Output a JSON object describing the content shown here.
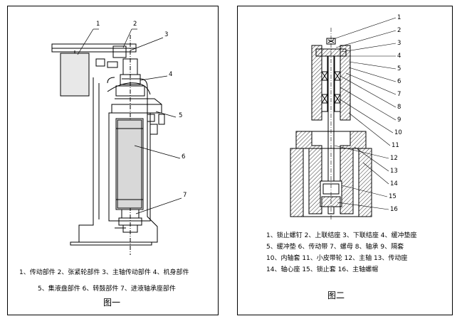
{
  "figure1": {
    "callouts": [
      "1",
      "2",
      "3",
      "4",
      "5",
      "6",
      "7"
    ],
    "caption_line1": "1、传动部件 2、张紧轮部件  3、主轴传动部件  4、机身部件",
    "caption_line2": "5、集液盘部件  6、转鼓部件  7、进液轴承座部件",
    "figure_label": "图一"
  },
  "figure2": {
    "callouts": [
      "1",
      "2",
      "3",
      "4",
      "5",
      "6",
      "7",
      "8",
      "9",
      "10",
      "11",
      "12",
      "13",
      "14",
      "15",
      "16"
    ],
    "caption_line1": "1、锁止螺钉 2、上联结座 3、下联结座 4、缓冲垫座",
    "caption_line2": "5、缓冲垫 6、传动带 7、螺母 8、轴承 9、隔套",
    "caption_line3": "10、内轴套 11、小皮带轮  12、主轴 13、传动座",
    "caption_line4": "14、轴心座 15、锁止套 16、主轴螺帽",
    "figure_label": "图二"
  }
}
